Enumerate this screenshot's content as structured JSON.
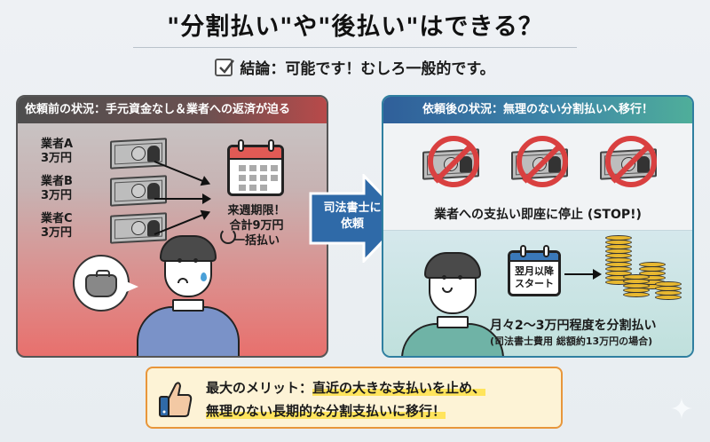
{
  "header": {
    "title": "\"分割払い\"や\"後払い\"はできる？",
    "conclusion": "結論：可能です！むしろ一般的です。",
    "conclusion_icon": "checkbox-icon"
  },
  "before_panel": {
    "heading": "依頼前の状況：手元資金なし＆業者への返済が迫る",
    "vendors": [
      {
        "name": "業者A",
        "amount": "3万円",
        "icon": "bill-devil-icon"
      },
      {
        "name": "業者B",
        "amount": "3万円",
        "icon": "bill-devil-icon"
      },
      {
        "name": "業者C",
        "amount": "3万円",
        "icon": "bill-devil-icon"
      }
    ],
    "calendar_icon": "calendar-icon",
    "deadline": {
      "line1": "来週期限！",
      "line2": "合計9万円",
      "line3": "一括払い"
    },
    "bubble_icon": "empty-purse-icon",
    "person_state": "worried"
  },
  "transition": {
    "label_line1": "司法書士に",
    "label_line2": "依頼",
    "color": "#2f6aa8"
  },
  "after_panel": {
    "heading": "依頼後の状況：無理のない分割払いへ移行！",
    "stopped_bills_count": 3,
    "stop_text": "業者への支払い即座に停止 (STOP!)",
    "calendar": {
      "line1": "翌月以降",
      "line2": "スタート"
    },
    "coins_icon": "coin-stacks-icon",
    "installment_main": "月々2〜3万円程度を分割払い",
    "installment_note": "(司法書士費用 総額約13万円の場合)",
    "person_state": "happy"
  },
  "callout": {
    "icon": "thumbs-up-icon",
    "line1_prefix": "最大のメリット：",
    "line1_highlight": "直近の大きな支払いを止め、",
    "line2_highlight": "無理のない長期的な分割支払いに移行！"
  },
  "colors": {
    "before_accent": "#e05a55",
    "after_accent": "#3e86a8",
    "callout_border": "#e8963a",
    "callout_bg": "#fdf3d6",
    "highlight": "#ffe45c",
    "stop_red": "#d94040"
  }
}
